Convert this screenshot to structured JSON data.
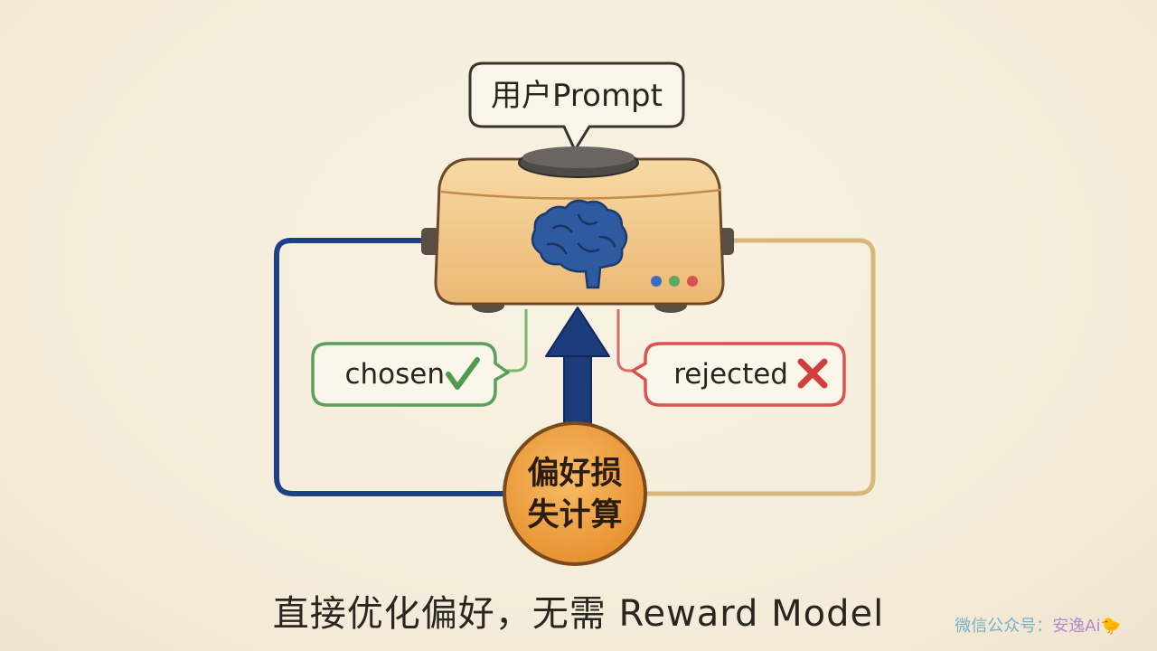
{
  "nodes": {
    "prompt": "用户Prompt",
    "chosen": "chosen",
    "rejected": "rejected",
    "loss": "偏好损失计算"
  },
  "caption": "直接优化偏好，无需 Reward Model",
  "watermark": {
    "prefix": "微信公众号：",
    "name": "安逸Ai"
  },
  "colors": {
    "chosen": "#5aa05a",
    "rejected": "#d9524f",
    "left_loop": "#1d3f86",
    "right_loop": "#d7b77a",
    "device": "#f0c98a",
    "loss_circle": "#ef9f3f",
    "arrow": "#1c3b7a",
    "brain": "#2d5aa0"
  },
  "icons": {
    "device": "model-device-icon",
    "brain": "brain-icon",
    "check": "check-icon",
    "cross": "cross-icon"
  }
}
